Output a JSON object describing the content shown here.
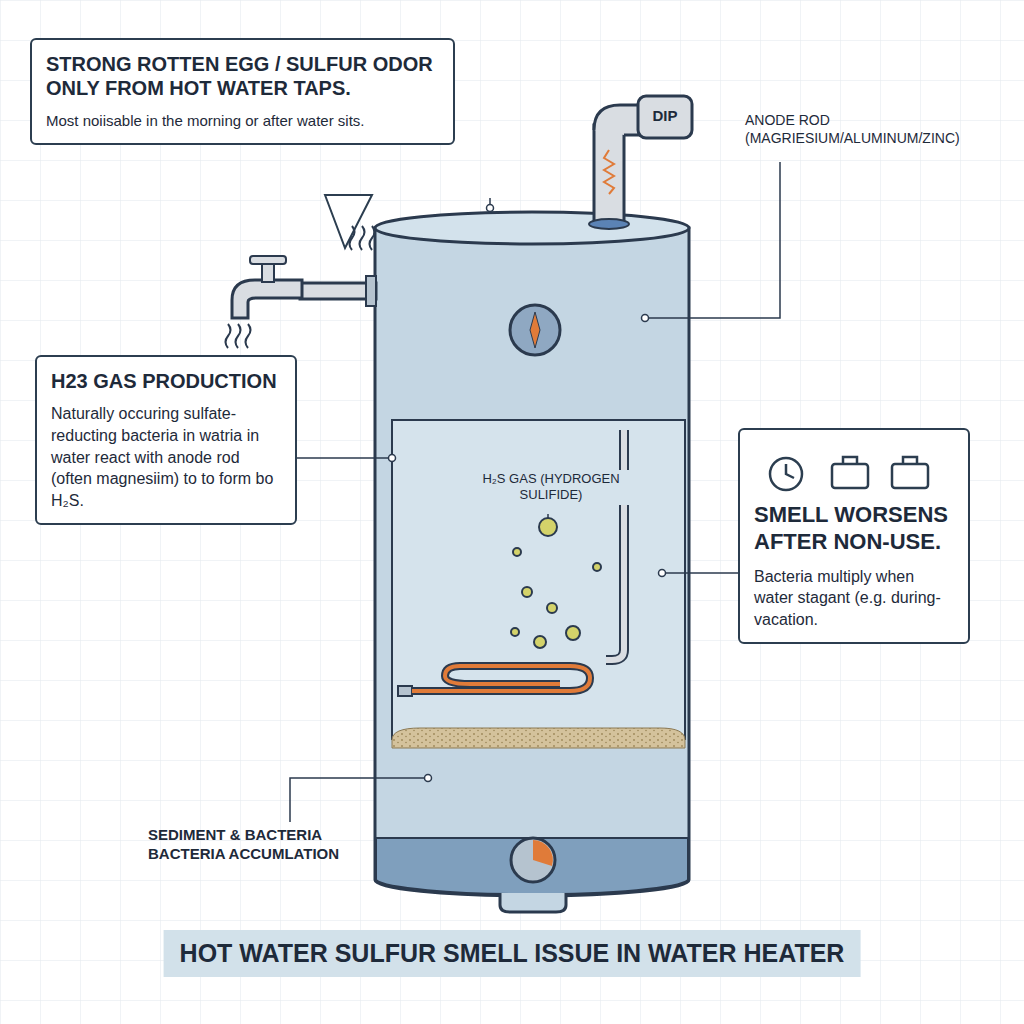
{
  "diagram": {
    "title": "HOT WATER SULFUR SMELL ISSUE IN WATER HEATER",
    "nodes": [
      {
        "text": [
          "STRONG ROTTEN EGG / SULFUR ODOR ONLY FROM HOT WATER TAPS.",
          "Most noiisable in the morning or after water sits."
        ]
      },
      {
        "text": [
          "H23 GAS PRODUCTION",
          "Naturally occuring sulfate-reducting bacteria in watria in water react with anode rod (often magnesiim) to to form bo H₂S."
        ]
      },
      {
        "text": [
          "SMELL WORSENS AFTER NON-USE.",
          "Bacteria multiply when water stagant (e.g. during- vacation."
        ]
      }
    ],
    "labels": [
      "DIP",
      "ANODE ROD (MAGRIESIUM/ALUMINUM/ZINC)",
      "H₂S GAS (HYDROGEN SULIFIDE)",
      "SEDIMENT & BACTERIA BACTERIA ACCUMLATION"
    ]
  }
}
